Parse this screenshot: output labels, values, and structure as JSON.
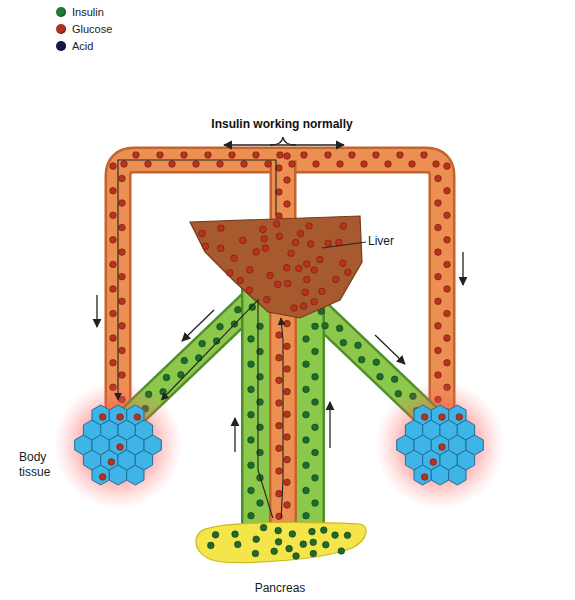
{
  "diagram": {
    "title": "Insulin working normally",
    "nodes": [
      {
        "text": [
          "Liver"
        ]
      },
      {
        "text": [
          "Body tissue"
        ]
      },
      {
        "text": [
          "Pancreas"
        ]
      }
    ],
    "edges": [
      {
        "from": 2,
        "to": 0,
        "arrow": "to"
      },
      {
        "from": 0,
        "to": 1,
        "arrow": "to"
      },
      {
        "from": 2,
        "to": 1,
        "arrow": "to"
      }
    ],
    "legend": [
      {
        "text": "Insulin",
        "color": "#1f7a33"
      },
      {
        "text": "Glucose",
        "color": "#b5301c"
      },
      {
        "text": "Acid",
        "color": "#17174a"
      }
    ]
  }
}
